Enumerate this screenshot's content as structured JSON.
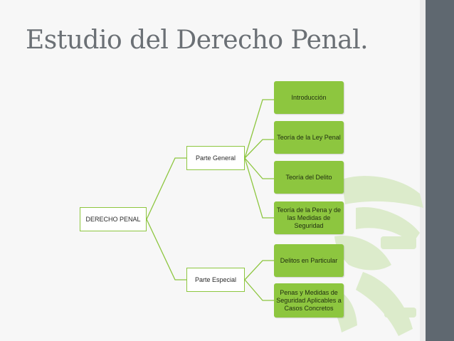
{
  "slide": {
    "title": "Estudio del Derecho Penal."
  },
  "diagram": {
    "root": {
      "label": "DERECHO PENAL"
    },
    "branches": [
      {
        "label": "Parte General",
        "children": [
          {
            "label": "Introducción"
          },
          {
            "label": "Teoría de la Ley Penal"
          },
          {
            "label": "Teoría del Delito"
          },
          {
            "label": "Teoría de la Pena y de las Medidas de Seguridad"
          }
        ]
      },
      {
        "label": "Parte Especial",
        "children": [
          {
            "label": "Delitos en Particular"
          },
          {
            "label": "Penas y Medidas de Seguridad Aplicables a Casos Concretos"
          }
        ]
      }
    ]
  },
  "colors": {
    "accent_green": "#8dc63f",
    "title_gray": "#6b7075",
    "band_dark": "#5f6870"
  }
}
